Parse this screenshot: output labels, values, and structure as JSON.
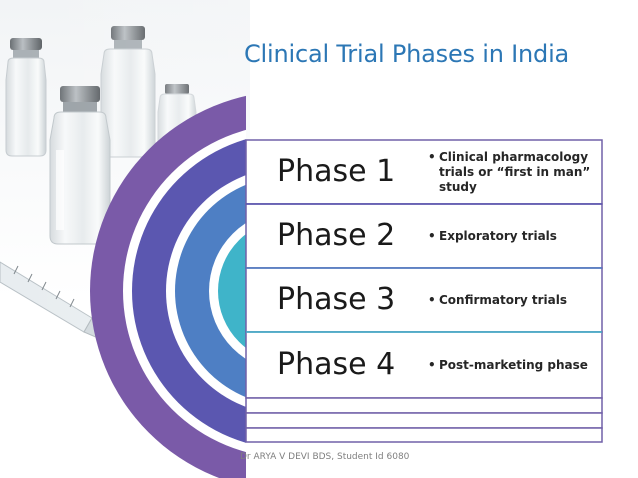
{
  "slide": {
    "title": "Clinical Trial Phases in India",
    "footer": "Dr ARYA V DEVI BDS, Student Id 6080",
    "phases": [
      {
        "label": "Phase 1",
        "description": "Clinical pharmacology trials or “first in man” study"
      },
      {
        "label": "Phase 2",
        "description": "Exploratory trials"
      },
      {
        "label": "Phase 3",
        "description": "Confirmatory trials"
      },
      {
        "label": "Phase 4",
        "description": "Post-marketing phase"
      }
    ]
  },
  "colors": {
    "title": "#2c77b5",
    "arc_outer": "#7a5aa8",
    "arc_second": "#5b57b0",
    "arc_third": "#4e7fc4",
    "arc_inner": "#3fb4c9",
    "row_border": "#7160a8"
  }
}
